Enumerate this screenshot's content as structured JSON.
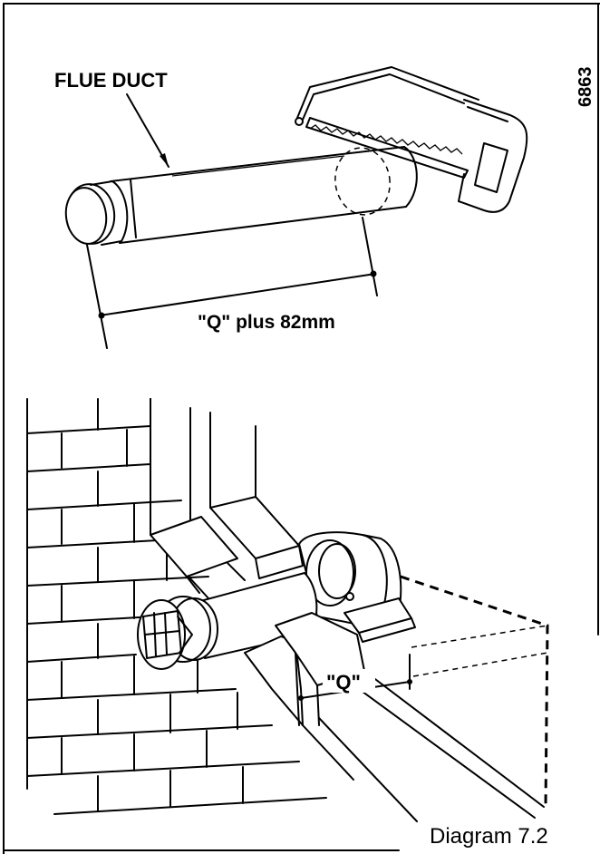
{
  "labels": {
    "flue_duct": "FLUE DUCT",
    "dimension": "\"Q\" plus 82mm",
    "q_label": "\"Q\"",
    "reference_number": "6863",
    "caption": "Diagram 7.2"
  }
}
